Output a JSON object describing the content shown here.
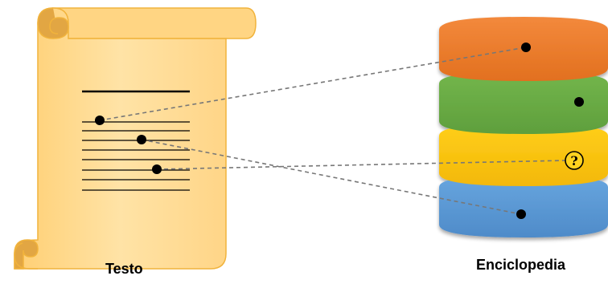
{
  "labels": {
    "text": "Testo",
    "encyclopedia": "Enciclopedia"
  },
  "question_mark": "?",
  "colors": {
    "scroll_fill": "#ffd98a",
    "scroll_stroke": "#f1b33c",
    "layer_orange": "#ee7a2c",
    "layer_green": "#6aae45",
    "layer_yellow": "#fec70e",
    "layer_blue": "#5c9bd7",
    "link_line": "#777777"
  },
  "encyclopedia_layers": [
    "orange",
    "green",
    "yellow",
    "blue"
  ]
}
